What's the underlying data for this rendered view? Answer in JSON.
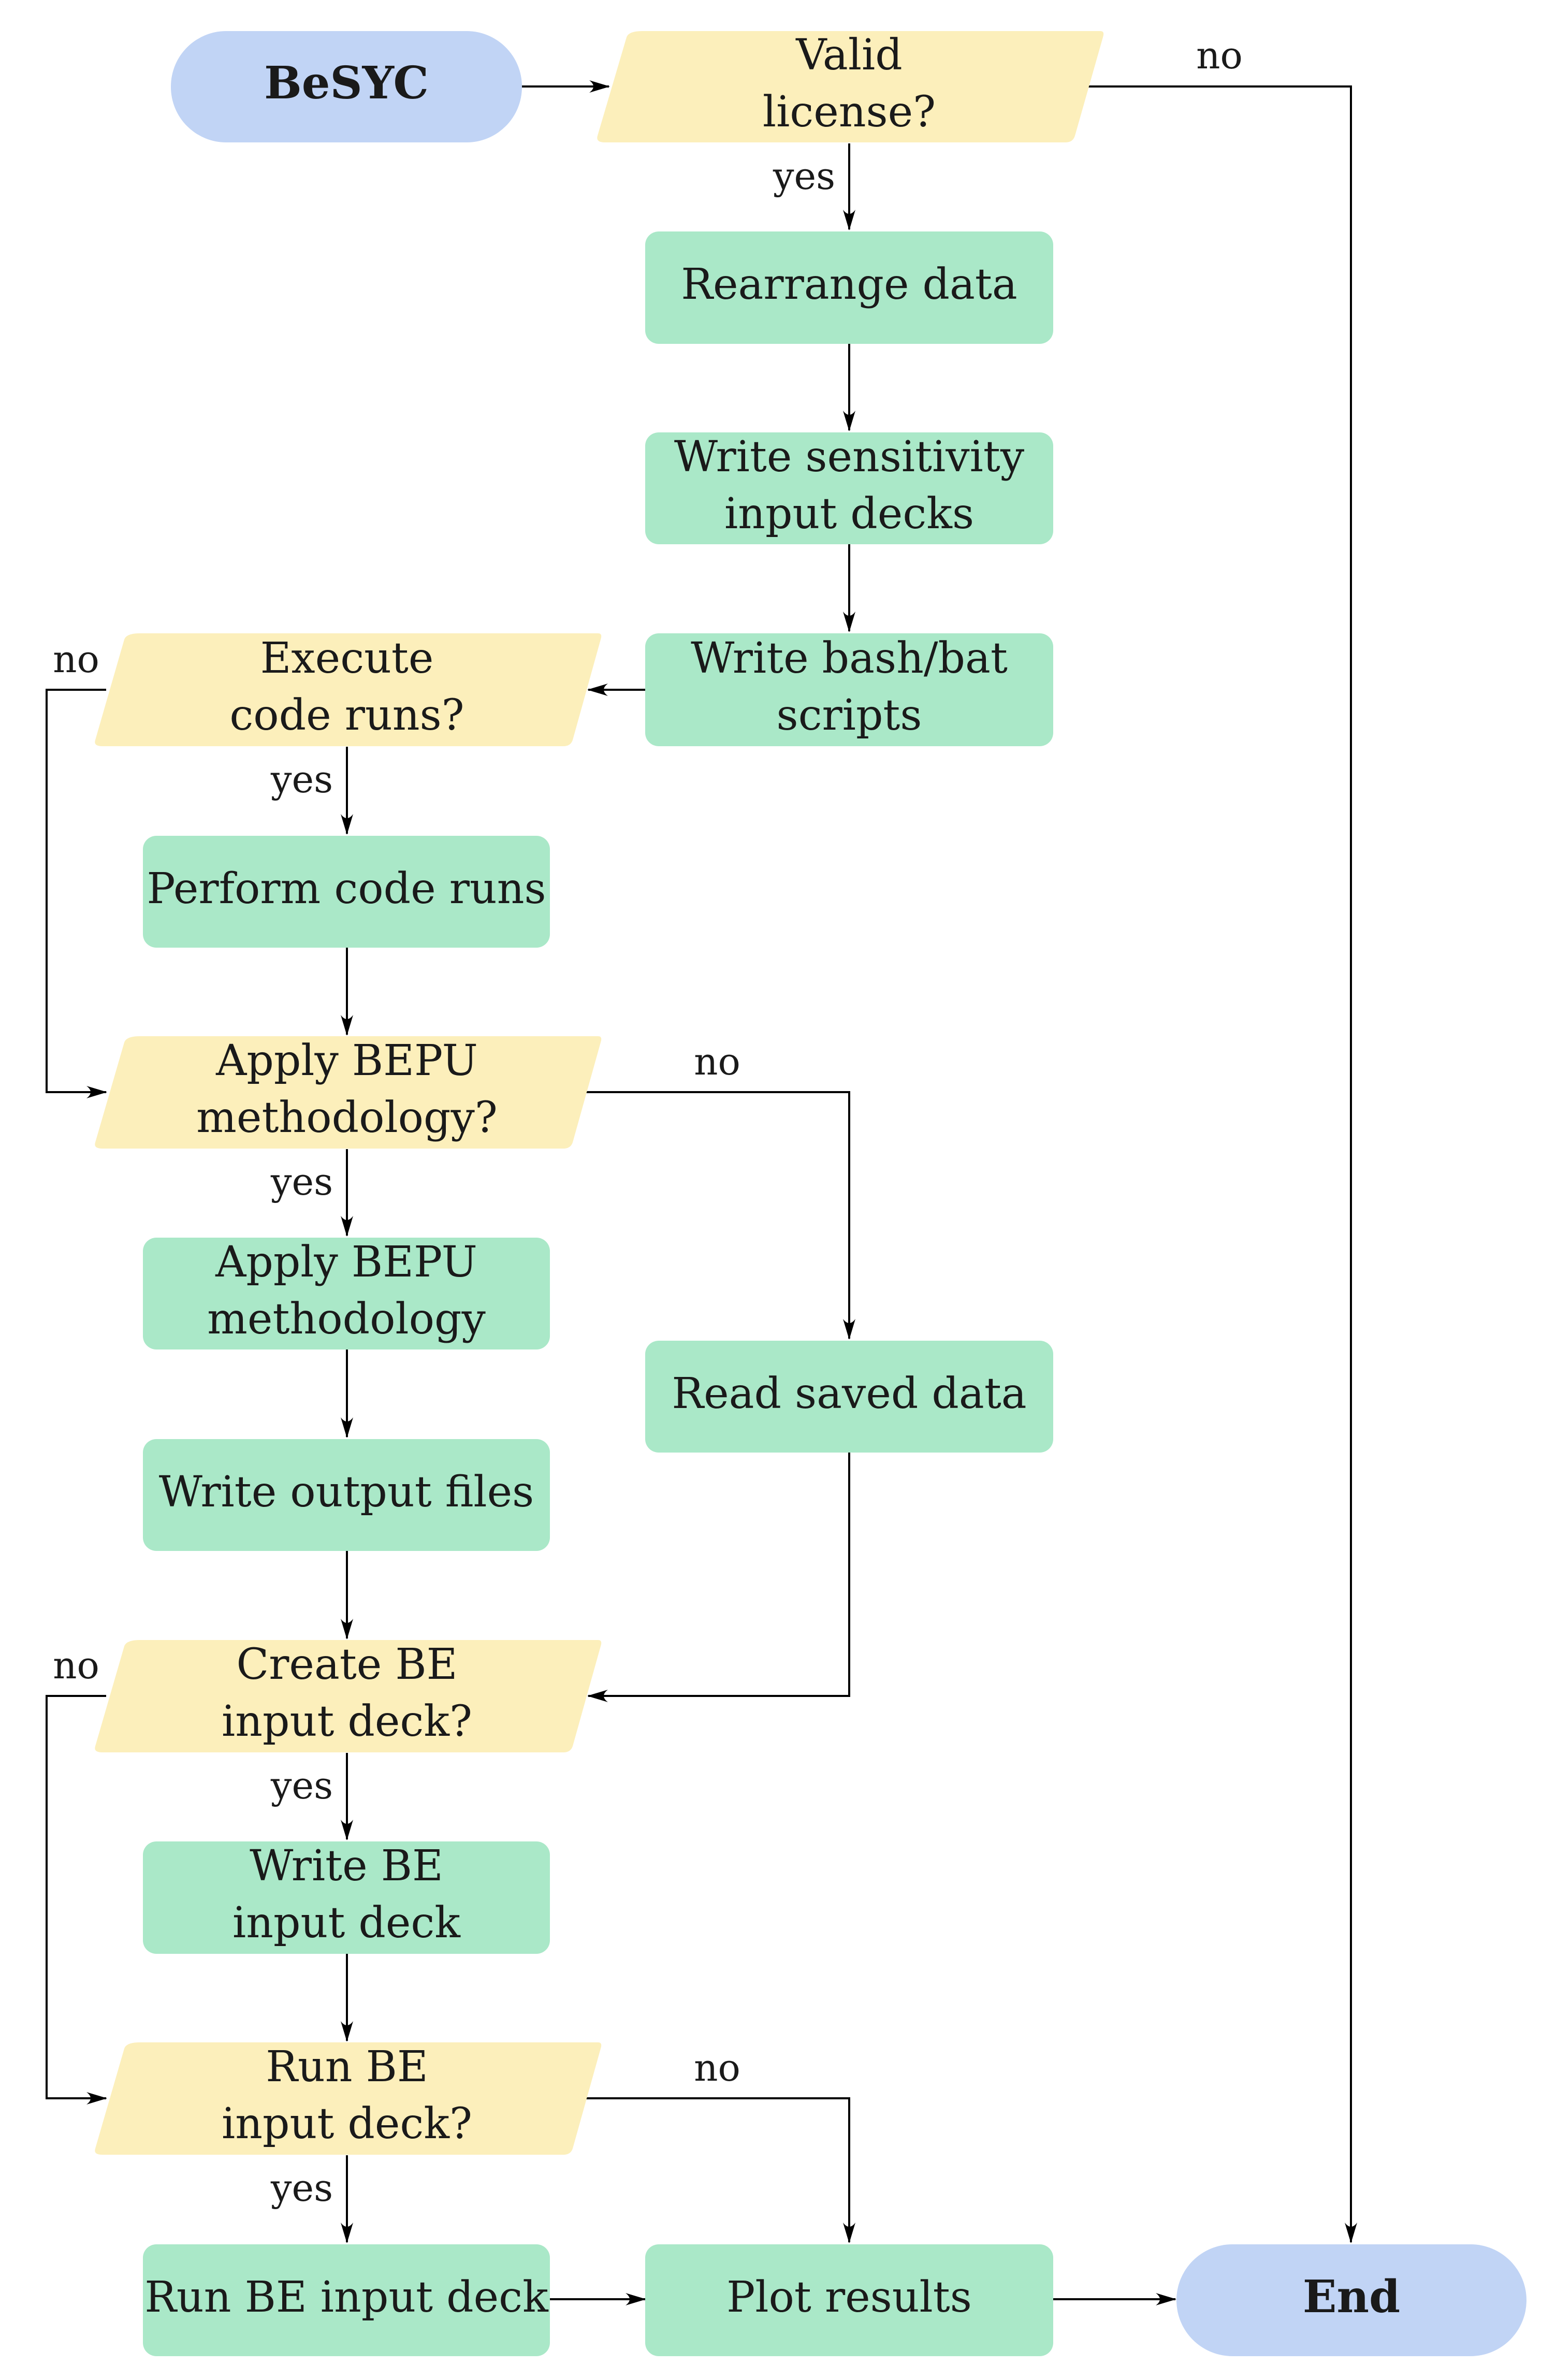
{
  "colors": {
    "terminal": "#c1d4f5",
    "decision": "#fcefbb",
    "process": "#aae8c8",
    "edge": "#000000"
  },
  "nodes": {
    "start": [
      "BeSYC"
    ],
    "valid_license": [
      "Valid",
      "license?"
    ],
    "rearrange_data": [
      "Rearrange data"
    ],
    "write_sensitivity": [
      "Write sensitivity",
      "input decks"
    ],
    "write_scripts": [
      "Write bash/bat",
      "scripts"
    ],
    "execute_runs_q": [
      "Execute",
      "code runs?"
    ],
    "perform_runs": [
      "Perform code runs"
    ],
    "apply_bepu_q": [
      "Apply BEPU",
      "methodology?"
    ],
    "apply_bepu": [
      "Apply BEPU",
      "methodology"
    ],
    "read_saved": [
      "Read saved data"
    ],
    "write_output": [
      "Write output files"
    ],
    "create_be_q": [
      "Create BE",
      "input deck?"
    ],
    "write_be": [
      "Write BE",
      "input deck"
    ],
    "run_be_q": [
      "Run BE",
      "input deck?"
    ],
    "run_be": [
      "Run BE input deck"
    ],
    "plot_results": [
      "Plot results"
    ],
    "end": [
      "End"
    ]
  },
  "edge_labels": {
    "license_no": "no",
    "license_yes": "yes",
    "execute_no": "no",
    "execute_yes": "yes",
    "bepu_no": "no",
    "bepu_yes": "yes",
    "create_no": "no",
    "create_yes": "yes",
    "run_no": "no",
    "run_yes": "yes"
  }
}
